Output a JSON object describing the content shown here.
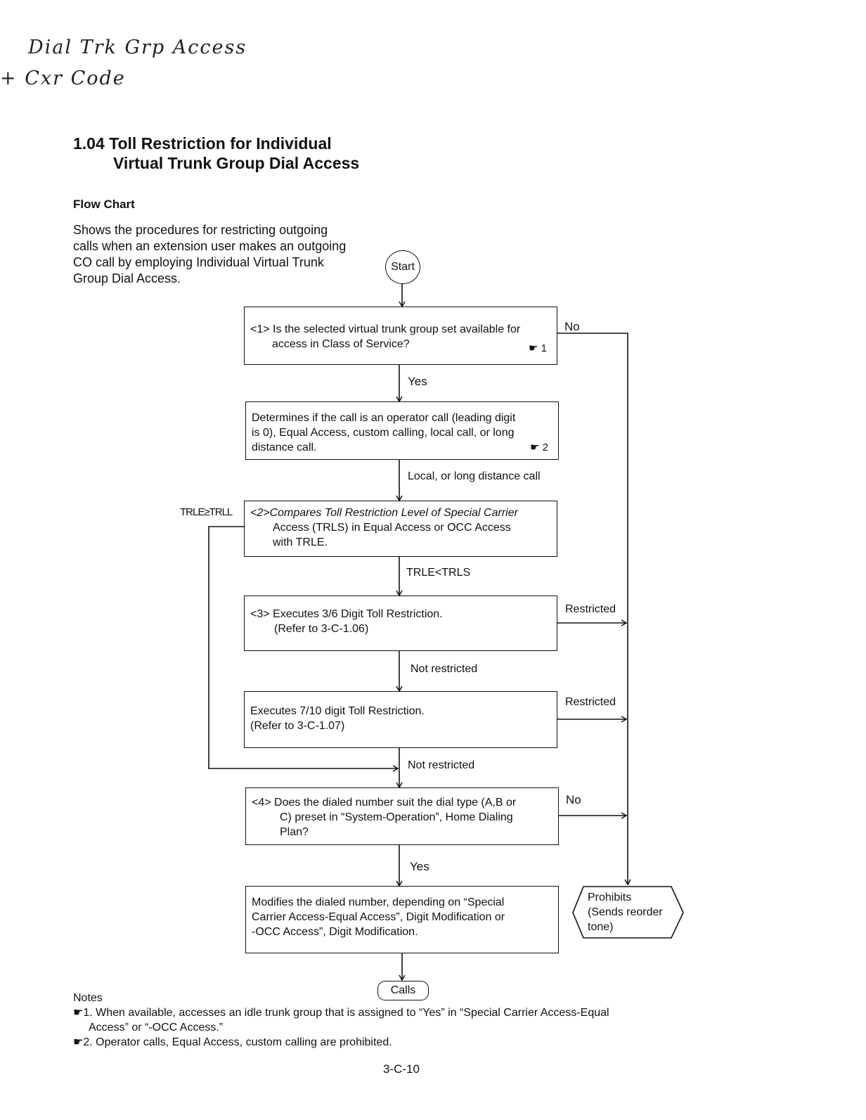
{
  "handwriting": {
    "line1": "Dial Trk Grp Access",
    "line2": "+ Cxr Code"
  },
  "section": {
    "title_line1": "1.04 Toll Restriction for Individual",
    "title_line2": "Virtual Trunk Group Dial Access"
  },
  "flow_chart_heading": "Flow Chart",
  "intro_lines": [
    "Shows the procedures for restricting outgoing",
    "calls when an extension user makes an outgoing",
    "CO call by employing Individual Virtual Trunk",
    "Group Dial Access."
  ],
  "start": "Start",
  "box1": {
    "line1": "<1> Is the selected virtual trunk group set available for",
    "line2": "access in Class of Service?",
    "ref": "☛ 1"
  },
  "box2": {
    "line1": "Determines if the call is an operator call (leading digit",
    "line2": "is 0), Equal Access, custom calling, local call, or  long",
    "line3": "distance call.",
    "ref": "☛ 2"
  },
  "box3": {
    "line1": "<2>Compares Toll Restriction Level of Special Carrier",
    "line2": "Access (TRLS) in Equal Access or OCC Access",
    "line3": "with TRLE."
  },
  "box4": {
    "line1": "<3> Executes 3/6 Digit Toll Restriction.",
    "line2": "(Refer to 3-C-1.06)"
  },
  "box5": {
    "line1": "Executes 7/10 digit Toll Restriction.",
    "line2": "(Refer to 3-C-1.07)"
  },
  "box6": {
    "line1": "<4> Does the dialed number suit the dial type (A,B or",
    "line2": "C) preset in “System-Operation”, Home Dialing",
    "line3": "Plan?"
  },
  "box7": {
    "line1": "Modifies the dialed number, depending on “Special",
    "line2": "Carrier Access-Equal Access”, Digit Modification or",
    "line3": "-OCC Access”, Digit Modification."
  },
  "prohibits": {
    "line1": "Prohibits",
    "line2": "(Sends reorder",
    "line3": "tone)"
  },
  "calls": "Calls",
  "labels": {
    "no1": "No",
    "yes1": "Yes",
    "local_long": "Local, or long distance call",
    "trle_ge_trll": "TRLE≥TRLL",
    "trle_lt_trls": "TRLE<TRLS",
    "restricted1": "Restricted",
    "not_restricted1": "Not restricted",
    "restricted2": "Restricted",
    "not_restricted2": "Not restricted",
    "no2": "No",
    "yes2": "Yes"
  },
  "notes": {
    "heading": "Notes",
    "note1_line1": "☛1. When available, accesses an idle trunk group that is assigned to “Yes” in “Special Carrier Access-Equal",
    "note1_line2": "Access” or  “-OCC Access.”",
    "note2": "☛2. Operator calls, Equal Access, custom calling are prohibited."
  },
  "page_number": "3-C-10"
}
